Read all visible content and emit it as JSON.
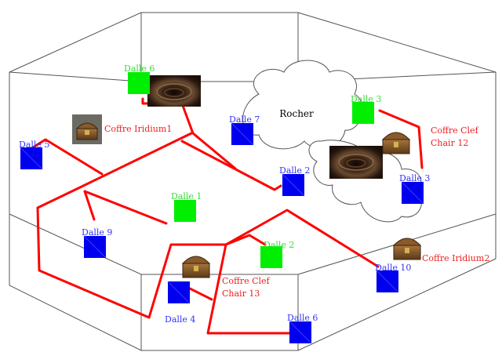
{
  "colors": {
    "blue_tile": "#0000ee",
    "green_tile": "#00ee00",
    "path": "#ff0000",
    "blue_label": "#3333ff",
    "green_label": "#33dd33",
    "red_label": "#ee2222",
    "outline": "#555555"
  },
  "rock": {
    "label": "Rocher"
  },
  "blue_tiles": [
    {
      "id": "b5",
      "label": "Dalle 5"
    },
    {
      "id": "b7",
      "label": "Dalle 7"
    },
    {
      "id": "b2",
      "label": "Dalle 2"
    },
    {
      "id": "b3",
      "label": "Dalle 3"
    },
    {
      "id": "b9",
      "label": "Dalle 9"
    },
    {
      "id": "b10",
      "label": "Dalle 10"
    },
    {
      "id": "b4",
      "label": "Dalle 4"
    },
    {
      "id": "b6",
      "label": "Dalle 6"
    }
  ],
  "green_tiles": [
    {
      "id": "g6",
      "label": "Dalle 6"
    },
    {
      "id": "g3",
      "label": "Dalle 3"
    },
    {
      "id": "g1",
      "label": "Dalle 1"
    },
    {
      "id": "g2",
      "label": "Dalle 2"
    }
  ],
  "chests": [
    {
      "id": "c_iri1",
      "label": [
        "Coffre Iridium1"
      ]
    },
    {
      "id": "c_clef12",
      "label": [
        "Coffre Clef",
        "Chair 12"
      ]
    },
    {
      "id": "c_iri2",
      "label": [
        "Coffre Iridium2"
      ]
    },
    {
      "id": "c_clef13",
      "label": [
        "Coffre Clef",
        "Chair 13"
      ]
    }
  ],
  "pits": [
    {
      "id": "pit1",
      "icon": "vortex-pit-icon"
    },
    {
      "id": "pit2",
      "icon": "vortex-pit-icon"
    }
  ]
}
